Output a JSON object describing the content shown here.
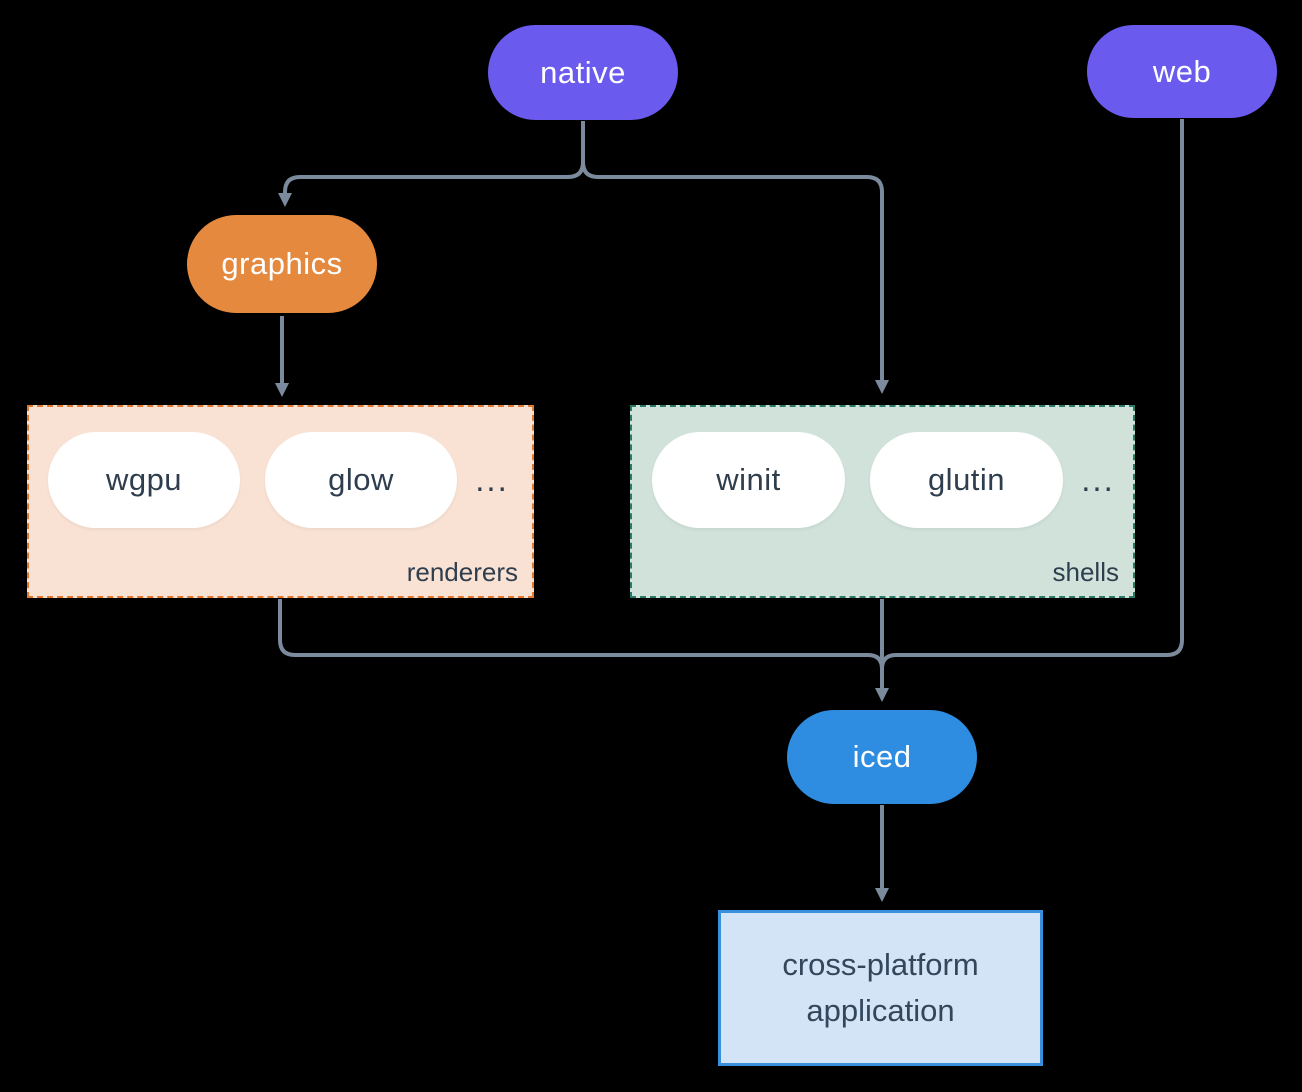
{
  "background": "#000000",
  "connector_color": "#7b8b9d",
  "nodes": {
    "native": {
      "label": "native",
      "color": "#6b5aee",
      "text_color": "#ffffff"
    },
    "web": {
      "label": "web",
      "color": "#6b5aee",
      "text_color": "#ffffff"
    },
    "graphics": {
      "label": "graphics",
      "color": "#e5893e",
      "text_color": "#ffffff"
    },
    "iced": {
      "label": "iced",
      "color": "#2e8de0",
      "text_color": "#ffffff"
    },
    "application": {
      "label": "cross-platform application",
      "bg": "#d2e4f5",
      "border_color": "#3a8ede",
      "text_color": "#32475c"
    }
  },
  "groups": {
    "renderers": {
      "label": "renderers",
      "bg": "#f9e2d3",
      "border_color": "#e07a30",
      "items": [
        {
          "label": "wgpu"
        },
        {
          "label": "glow"
        }
      ],
      "ellipsis": "..."
    },
    "shells": {
      "label": "shells",
      "bg": "#d1e2da",
      "border_color": "#2b7a68",
      "items": [
        {
          "label": "winit"
        },
        {
          "label": "glutin"
        }
      ],
      "ellipsis": "..."
    }
  },
  "edges": [
    {
      "from": "native",
      "to": "graphics"
    },
    {
      "from": "native",
      "to": "shells"
    },
    {
      "from": "graphics",
      "to": "renderers"
    },
    {
      "from": "renderers",
      "to": "iced"
    },
    {
      "from": "shells",
      "to": "iced"
    },
    {
      "from": "web",
      "to": "iced"
    },
    {
      "from": "iced",
      "to": "application"
    }
  ]
}
